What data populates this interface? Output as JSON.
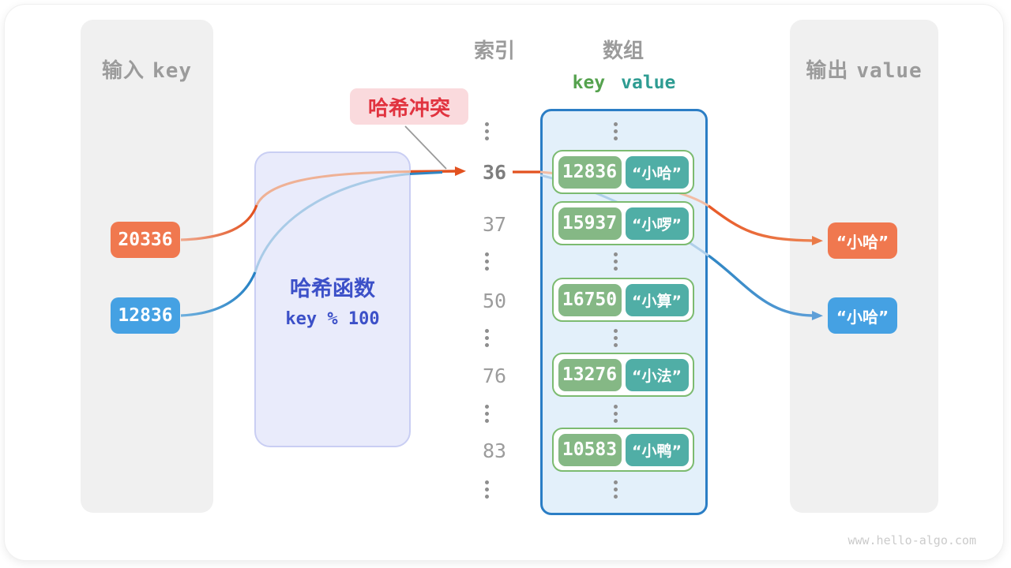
{
  "watermark": "www.hello-algo.com",
  "colors": {
    "orange": "#f0784f",
    "blue": "#45a1e3",
    "key_green": "#85b885",
    "value_teal": "#50aea6",
    "indigo": "#3c50c8",
    "collision_red": "#e1333f",
    "array_border_blue": "#2b7ec5"
  },
  "input_panel": {
    "title_zh": "输入",
    "title_code": "key",
    "items": [
      {
        "value": "20336"
      },
      {
        "value": "12836"
      }
    ]
  },
  "hash_function": {
    "name": "哈希函数",
    "formula": "key % 100"
  },
  "collision_label": "哈希冲突",
  "headers": {
    "index": "索引",
    "array": "数组",
    "key": "key",
    "value": "value"
  },
  "rows": [
    {
      "type": "dots"
    },
    {
      "type": "entry",
      "index": "36",
      "key": "12836",
      "value": "“小哈”",
      "highlight": true
    },
    {
      "type": "entry",
      "index": "37",
      "key": "15937",
      "value": "“小啰”"
    },
    {
      "type": "dots"
    },
    {
      "type": "entry",
      "index": "50",
      "key": "16750",
      "value": "“小算”"
    },
    {
      "type": "dots"
    },
    {
      "type": "entry",
      "index": "76",
      "key": "13276",
      "value": "“小法”"
    },
    {
      "type": "dots"
    },
    {
      "type": "entry",
      "index": "83",
      "key": "10583",
      "value": "“小鸭”"
    },
    {
      "type": "dots"
    }
  ],
  "output_panel": {
    "title_zh": "输出",
    "title_code": "value",
    "items": [
      {
        "value": "“小哈”"
      },
      {
        "value": "“小哈”"
      }
    ]
  }
}
